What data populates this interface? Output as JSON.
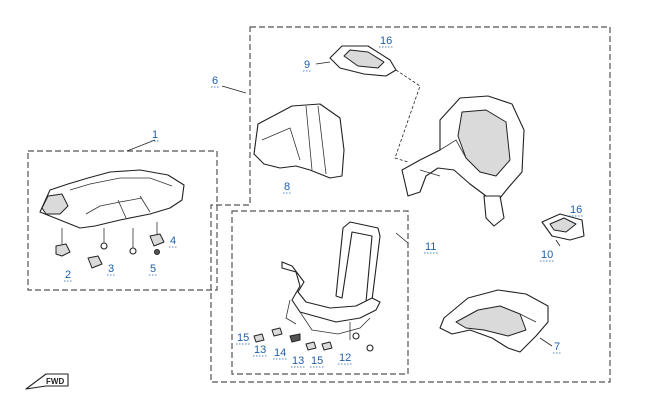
{
  "callouts": {
    "c1": "1",
    "c2": "2",
    "c3": "3",
    "c4": "4",
    "c5": "5",
    "c6": "6",
    "c7": "7",
    "c8": "8",
    "c9": "9",
    "c10": "10",
    "c11": "11",
    "c12": "12",
    "c13a": "13",
    "c13b": "13",
    "c14": "14",
    "c15a": "15",
    "c15b": "15",
    "c16a": "16",
    "c16b": "16"
  },
  "fwd_label": "FWD",
  "colors": {
    "callout": "#1f5fa8",
    "line": "#222222",
    "box": "#555555"
  }
}
